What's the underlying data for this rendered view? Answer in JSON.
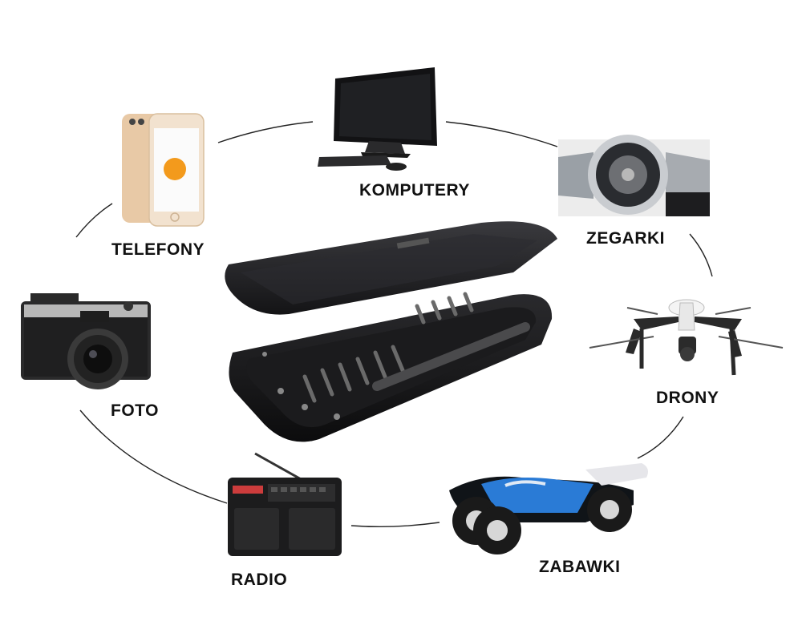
{
  "labels": {
    "komputery": "KOMPUTERY",
    "zegarki": "ZEGARKI",
    "telefony": "TELEFONY",
    "drony": "DRONY",
    "foto": "FOTO",
    "radio": "RADIO",
    "zabawki": "ZABAWKI"
  },
  "icons": {
    "center": "screwdriver-bit-case-icon",
    "computer": "computer-monitor-icon",
    "watch": "wristwatch-icon",
    "phone": "smartphone-icon",
    "drone": "drone-icon",
    "camera": "camera-icon",
    "radio": "radio-icon",
    "toy": "rc-car-icon"
  },
  "colors": {
    "text": "#111111",
    "connector": "#222222",
    "case_body": "#1c1c1e",
    "phone_gold": "#e8c9a6",
    "phone_orange": "#f39a1c",
    "car_blue": "#2a7bd6"
  }
}
